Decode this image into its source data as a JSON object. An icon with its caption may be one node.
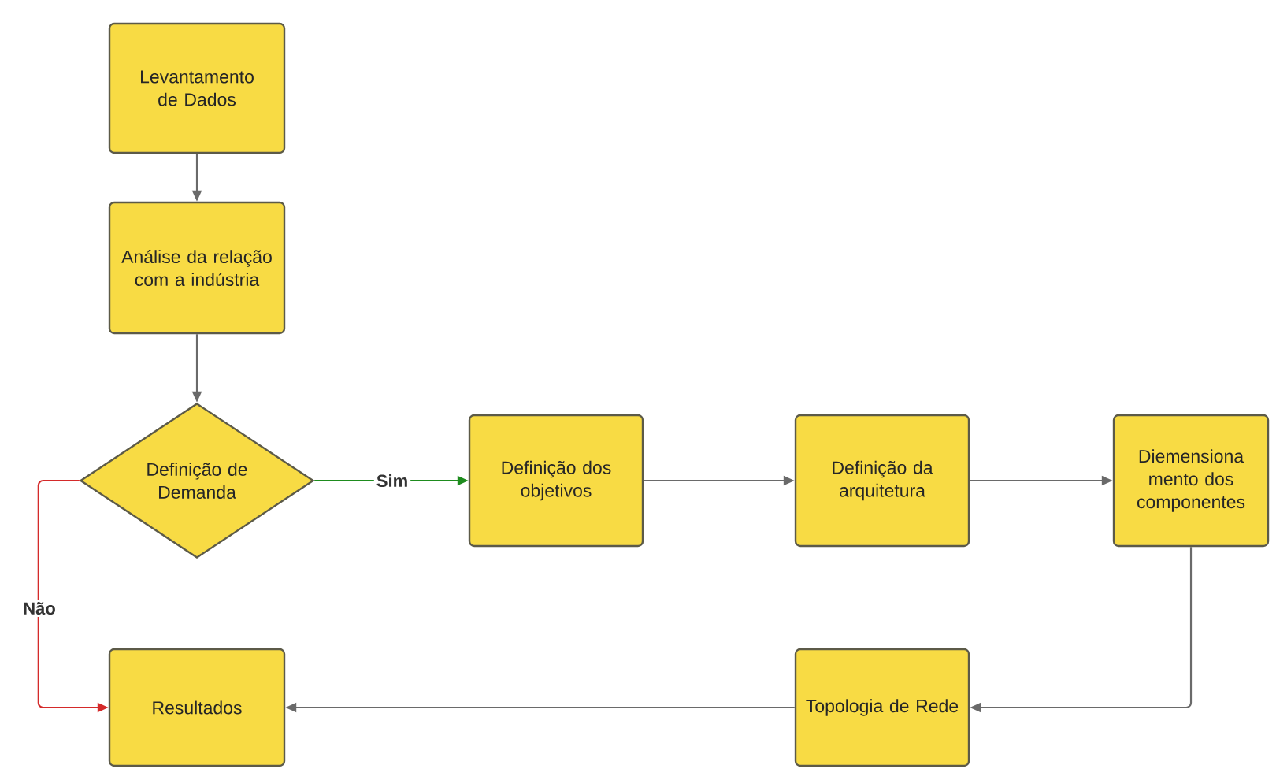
{
  "diagram": {
    "nodes": [
      {
        "text": [
          "Levantamento de Dados"
        ]
      },
      {
        "text": [
          "Análise da relação com a indústria"
        ]
      },
      {
        "text": [
          "Definição de Demanda"
        ]
      },
      {
        "text": [
          "Definição dos objetivos"
        ]
      },
      {
        "text": [
          "Definição da arquitetura"
        ]
      },
      {
        "text": [
          "Diemensiona mento dos componentes"
        ]
      },
      {
        "text": [
          "Resultados"
        ]
      },
      {
        "text": [
          "Topologia de Rede"
        ]
      }
    ],
    "edges": [
      {
        "from": 0,
        "to": 1,
        "arrow": "to"
      },
      {
        "from": 1,
        "to": 2,
        "arrow": "to"
      },
      {
        "from": 2,
        "to": 3,
        "arrow": "to",
        "label": "Sim",
        "color": "#1e8c1e"
      },
      {
        "from": 2,
        "to": 6,
        "arrow": "to",
        "label": "Não",
        "color": "#d42a2a"
      },
      {
        "from": 3,
        "to": 4,
        "arrow": "to"
      },
      {
        "from": 4,
        "to": 5,
        "arrow": "to"
      },
      {
        "from": 5,
        "to": 7,
        "arrow": "to"
      },
      {
        "from": 7,
        "to": 6,
        "arrow": "to"
      }
    ]
  }
}
